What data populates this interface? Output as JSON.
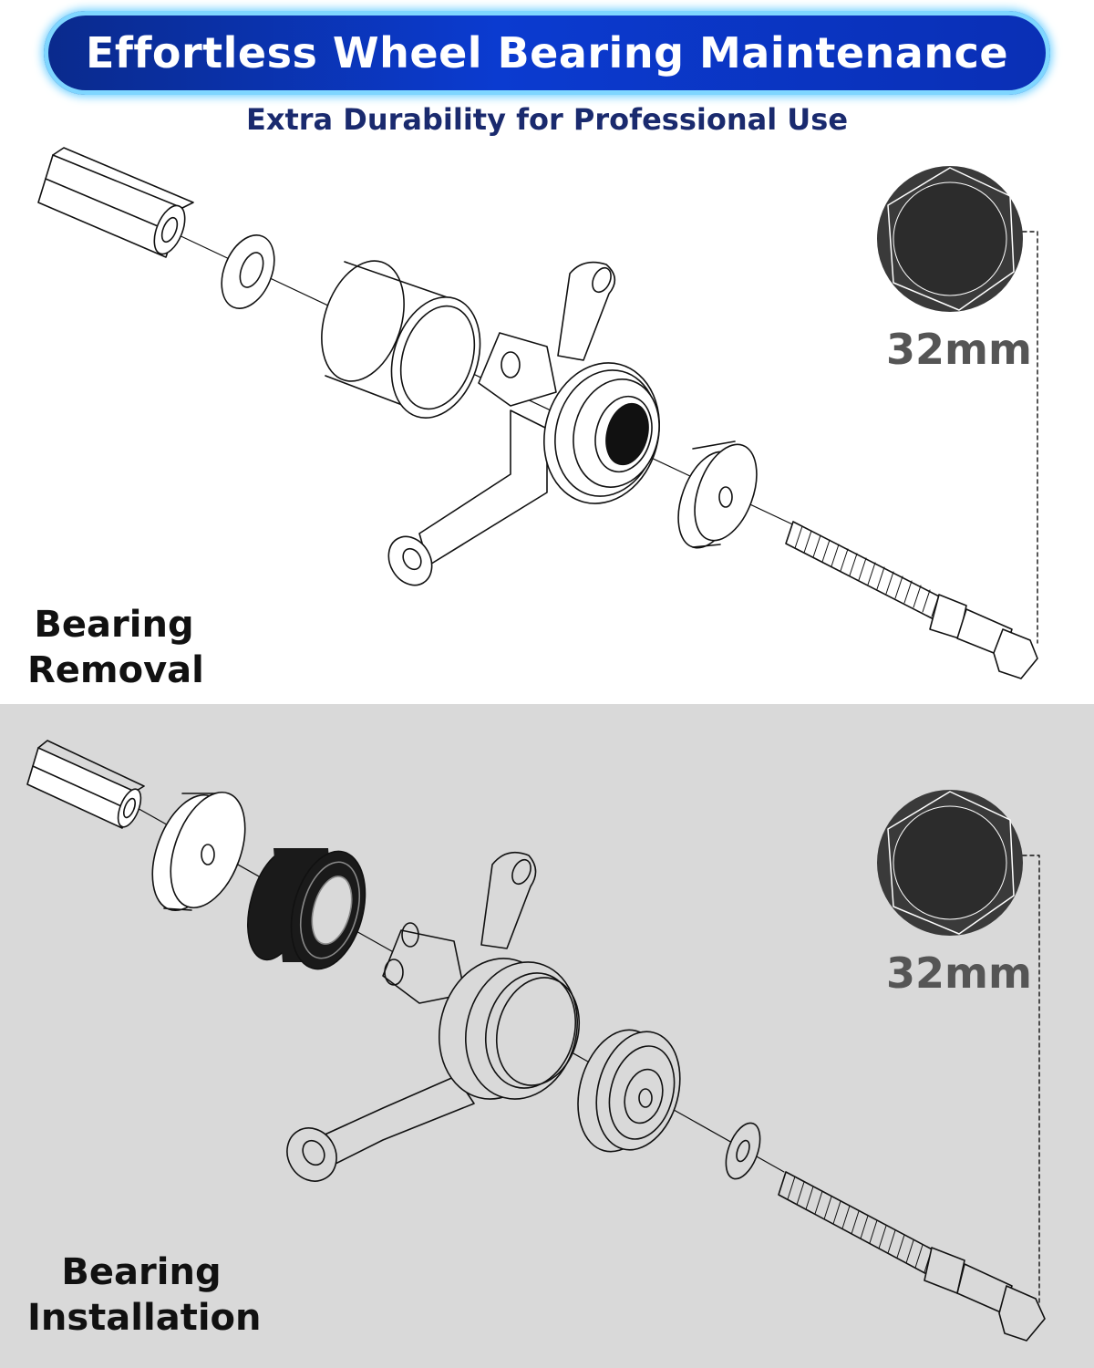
{
  "header": {
    "title": "Effortless Wheel Bearing Maintenance",
    "subtitle": "Extra Durability for Professional Use"
  },
  "removal": {
    "label_line1": "Bearing",
    "label_line2": "Removal",
    "socket_size": "32mm"
  },
  "installation": {
    "label_line1": "Bearing",
    "label_line2": "Installation",
    "socket_size": "32mm"
  },
  "colors": {
    "banner_blue": "#0b3bd0",
    "banner_glow": "#7fd6ff",
    "subtitle_navy": "#1a2a6e",
    "socket_dark": "#3a3a3a",
    "bottom_panel_gray": "#d9d9d9"
  },
  "icons": [
    "hex-socket-icon",
    "bearing-press-tool-illustration"
  ]
}
